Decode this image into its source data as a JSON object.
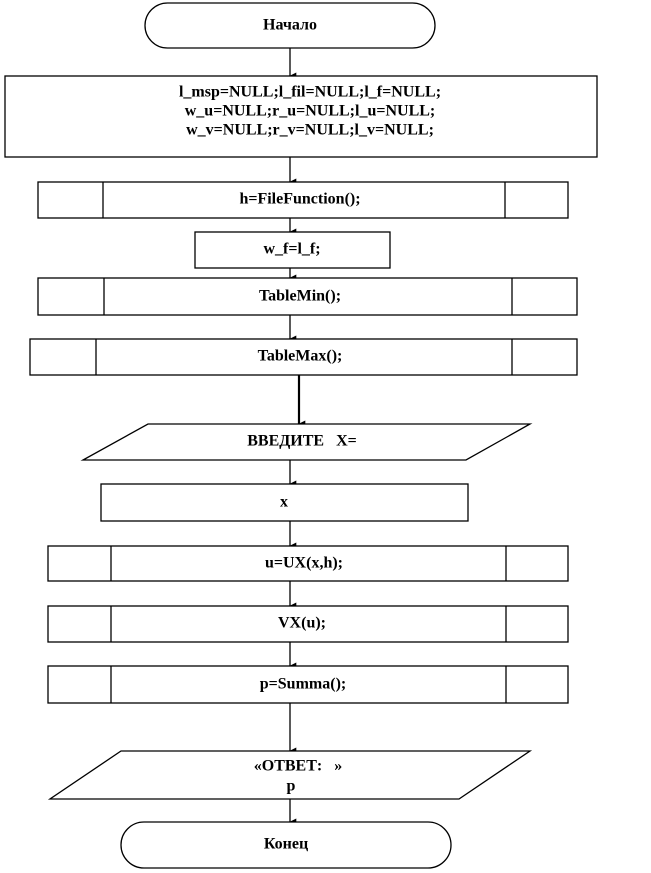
{
  "flowchart": {
    "start": "Начало",
    "init_lines": [
      "l_msp=NULL;l_fil=NULL;l_f=NULL;",
      "w_u=NULL;r_u=NULL;l_u=NULL;",
      "w_v=NULL;r_v=NULL;l_v=NULL;"
    ],
    "file_function": "h=FileFunction();",
    "assign_wf": "w_f=l_f;",
    "table_min": "TableMin();",
    "table_max": "TableMax();",
    "input_prompt": "ВВЕДИТЕ   X=",
    "input_x": "x",
    "ux_call": "u=UX(x,h);",
    "vx_call": "VX(u);",
    "summa_call": "p=Summa();",
    "output_lines": [
      "«ОТВЕТ:   »",
      "p"
    ],
    "end": "Конец"
  }
}
